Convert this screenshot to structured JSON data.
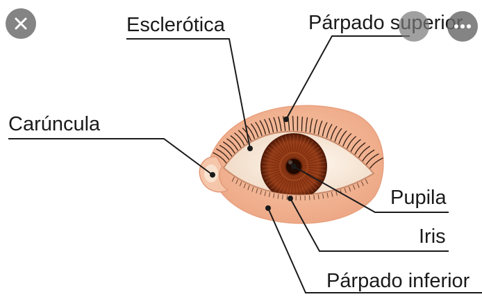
{
  "labels": {
    "sclera": "Esclerótica",
    "upper_eyelid": "Párpado superior",
    "caruncle": "Carúncula",
    "pupil": "Pupila",
    "iris": "Iris",
    "lower_eyelid": "Párpado inferior"
  },
  "icons": {
    "close": "close-icon",
    "more": "more-options-icon"
  },
  "colors": {
    "skin": "#f3b996",
    "skin_edge": "#e8a07e",
    "sclera": "#fbeee0",
    "iris": "#8a3413",
    "iris_dark": "#5e1f08",
    "pupil": "#2a0c02",
    "line": "#1a1a1a",
    "overlay": "#6b6b6b"
  }
}
